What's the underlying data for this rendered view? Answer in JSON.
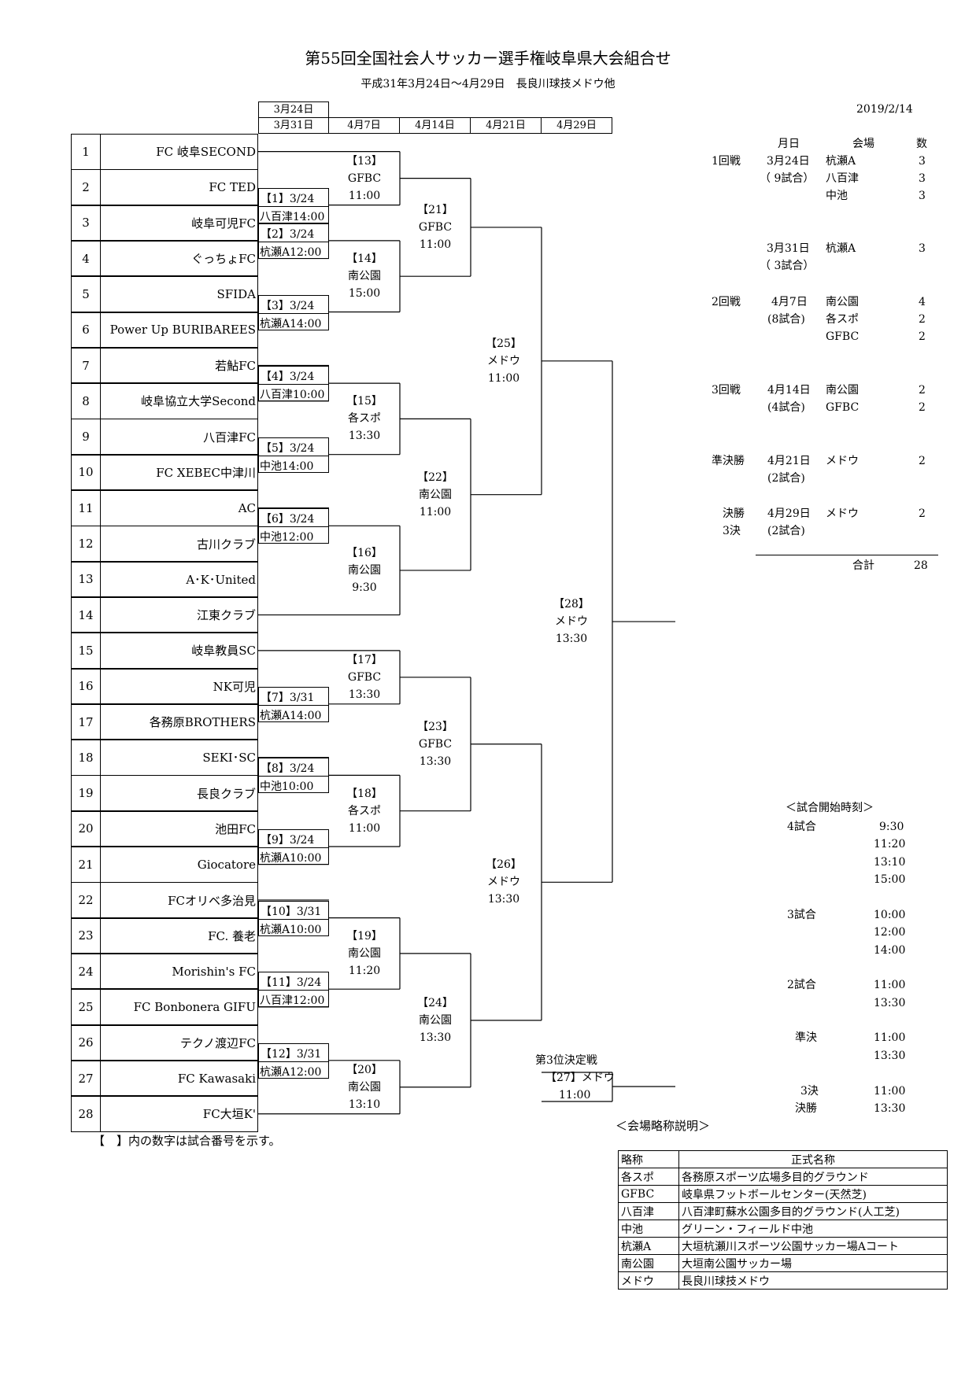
{
  "title": "第55回全国社会人サッカー選手権岐阜県大会組合せ",
  "subtitle": "平成31年3月24日～4月29日　長良川球技メドウ他",
  "date": "2019/2/14",
  "headers": {
    "top": "3月24日",
    "r1": "3月31日",
    "r2": "4月7日",
    "r3": "4月14日",
    "r4": "4月21日",
    "r5": "4月29日"
  },
  "teams": [
    {
      "no": "1",
      "name": "FC 岐阜SECOND"
    },
    {
      "no": "2",
      "name": "FC TED"
    },
    {
      "no": "3",
      "name": "岐阜可児FC"
    },
    {
      "no": "4",
      "name": "ぐっちょFC"
    },
    {
      "no": "5",
      "name": "SFIDA"
    },
    {
      "no": "6",
      "name": "Power Up BURIBAREES"
    },
    {
      "no": "7",
      "name": "若鮎FC"
    },
    {
      "no": "8",
      "name": "岐阜協立大学Second"
    },
    {
      "no": "9",
      "name": "八百津FC"
    },
    {
      "no": "10",
      "name": "FC XEBEC中津川"
    },
    {
      "no": "11",
      "name": "AC"
    },
    {
      "no": "12",
      "name": "古川クラブ"
    },
    {
      "no": "13",
      "name": "A･K･United"
    },
    {
      "no": "14",
      "name": "江東クラブ"
    },
    {
      "no": "15",
      "name": "岐阜教員SC"
    },
    {
      "no": "16",
      "name": "NK可児"
    },
    {
      "no": "17",
      "name": "各務原BROTHERS"
    },
    {
      "no": "18",
      "name": "SEKI･SC"
    },
    {
      "no": "19",
      "name": "長良クラブ"
    },
    {
      "no": "20",
      "name": "池田FC"
    },
    {
      "no": "21",
      "name": "Giocatore"
    },
    {
      "no": "22",
      "name": "FCオリベ多治見"
    },
    {
      "no": "23",
      "name": "FC. 養老"
    },
    {
      "no": "24",
      "name": "Morishin's FC"
    },
    {
      "no": "25",
      "name": "FC Bonbonera GIFU"
    },
    {
      "no": "26",
      "name": "テクノ渡辺FC"
    },
    {
      "no": "27",
      "name": "FC Kawasaki"
    },
    {
      "no": "28",
      "name": "FC大垣K'"
    }
  ],
  "r1": [
    {
      "id": "【1】3/24",
      "v": "八百津14:00"
    },
    {
      "id": "【2】3/24",
      "v": "杭瀬A12:00"
    },
    {
      "id": "【3】3/24",
      "v": "杭瀬A14:00"
    },
    {
      "id": "【4】3/24",
      "v": "八百津10:00"
    },
    {
      "id": "【5】3/24",
      "v": "中池14:00"
    },
    {
      "id": "【6】3/24",
      "v": "中池12:00"
    },
    {
      "id": "【7】3/31",
      "v": "杭瀬A14:00"
    },
    {
      "id": "【8】3/24",
      "v": "中池10:00"
    },
    {
      "id": "【9】3/24",
      "v": "杭瀬A10:00"
    },
    {
      "id": "【10】3/31",
      "v": "杭瀬A10:00"
    },
    {
      "id": "【11】3/24",
      "v": "八百津12:00"
    },
    {
      "id": "【12】3/31",
      "v": "杭瀬A12:00"
    }
  ],
  "r2": [
    {
      "id": "【13】",
      "v": "GFBC",
      "t": "11:00"
    },
    {
      "id": "【14】",
      "v": "南公園",
      "t": "15:00"
    },
    {
      "id": "【15】",
      "v": "各スポ",
      "t": "13:30"
    },
    {
      "id": "【16】",
      "v": "南公園",
      "t": "9:30"
    },
    {
      "id": "【17】",
      "v": "GFBC",
      "t": "13:30"
    },
    {
      "id": "【18】",
      "v": "各スポ",
      "t": "11:00"
    },
    {
      "id": "【19】",
      "v": "南公園",
      "t": "11:20"
    },
    {
      "id": "【20】",
      "v": "南公園",
      "t": "13:10"
    }
  ],
  "r3": [
    {
      "id": "【21】",
      "v": "GFBC",
      "t": "11:00"
    },
    {
      "id": "【22】",
      "v": "南公園",
      "t": "11:00"
    },
    {
      "id": "【23】",
      "v": "GFBC",
      "t": "13:30"
    },
    {
      "id": "【24】",
      "v": "南公園",
      "t": "13:30"
    }
  ],
  "r4": [
    {
      "id": "【25】",
      "v": "メドウ",
      "t": "11:00"
    },
    {
      "id": "【26】",
      "v": "メドウ",
      "t": "13:30"
    }
  ],
  "final": {
    "id": "【28】",
    "v": "メドウ",
    "t": "13:30"
  },
  "third": {
    "label": "第3位決定戦",
    "id": "【27】メドウ",
    "t": "11:00"
  },
  "sched_head": {
    "md": "月日",
    "venue": "会場",
    "count": "数"
  },
  "sched": {
    "r1a": {
      "round": "1回戦",
      "md": "3月24日",
      "venue": "杭瀬A",
      "count": "3"
    },
    "r1b": {
      "sub": "（ 9試合）",
      "venue": "八百津",
      "count": "3"
    },
    "r1c": {
      "venue": "中池",
      "count": "3"
    },
    "r1d": {
      "md": "3月31日",
      "venue": "杭瀬A",
      "count": "3"
    },
    "r1e": {
      "sub": "（ 3試合）"
    },
    "r2a": {
      "round": "2回戦",
      "md": "4月7日",
      "venue": "南公園",
      "count": "4"
    },
    "r2b": {
      "sub": "(8試合)",
      "venue": "各スポ",
      "count": "2"
    },
    "r2c": {
      "venue": "GFBC",
      "count": "2"
    },
    "r3a": {
      "round": "3回戦",
      "md": "4月14日",
      "venue": "南公園",
      "count": "2"
    },
    "r3b": {
      "sub": "(4試合)",
      "venue": "GFBC",
      "count": "2"
    },
    "sfa": {
      "round": "準決勝",
      "md": "4月21日",
      "venue": "メドウ",
      "count": "2"
    },
    "sfb": {
      "sub": "(2試合)"
    },
    "fa": {
      "round": "決勝",
      "md": "4月29日",
      "venue": "メドウ",
      "count": "2"
    },
    "fb": {
      "round": "3決",
      "sub": "(2試合)"
    },
    "total": {
      "label": "合計",
      "count": "28"
    }
  },
  "start_times": {
    "title": "＜試合開始時刻＞",
    "g4": {
      "label": "4試合",
      "times": [
        "9:30",
        "11:20",
        "13:10",
        "15:00"
      ]
    },
    "g3": {
      "label": "3試合",
      "times": [
        "10:00",
        "12:00",
        "14:00"
      ]
    },
    "g2": {
      "label": "2試合",
      "times": [
        "11:00",
        "13:30"
      ]
    },
    "sf": {
      "label": "準決",
      "times": [
        "11:00",
        "13:30"
      ]
    },
    "f": {
      "label1": "3決",
      "label2": "決勝",
      "times": [
        "11:00",
        "13:30"
      ]
    }
  },
  "note": "【　】内の数字は試合番号を示す。",
  "venues": {
    "title": "＜会場略称説明＞",
    "head": {
      "abbr": "略称",
      "full": "正式名称"
    },
    "rows": [
      {
        "abbr": "各スポ",
        "full": "各務原スポーツ広場多目的グラウンド"
      },
      {
        "abbr": "GFBC",
        "full": "岐阜県フットボールセンター(天然芝)"
      },
      {
        "abbr": "八百津",
        "full": "八百津町蘇水公園多目的グラウンド(人工芝)"
      },
      {
        "abbr": "中池",
        "full": "グリーン・フィールド中池"
      },
      {
        "abbr": "杭瀬A",
        "full": "大垣杭瀬川スポーツ公園サッカー場Aコート"
      },
      {
        "abbr": "南公園",
        "full": "大垣南公園サッカー場"
      },
      {
        "abbr": "メドウ",
        "full": "長良川球技メドウ"
      }
    ]
  }
}
